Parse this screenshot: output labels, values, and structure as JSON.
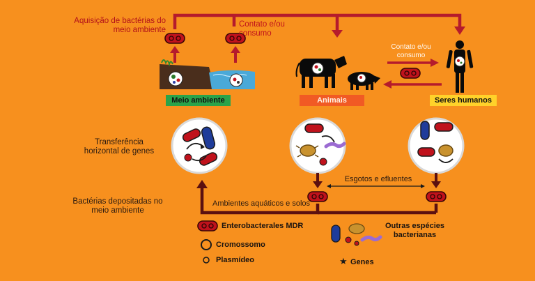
{
  "labels": {
    "acquisition": "Aquisição de bactérias do meio ambiente",
    "contact_top": "Contato e/ou consumo",
    "contact_right": "Contato e/ou consumo",
    "hgt": "Transferência horizontal de genes",
    "deposited": "Bactérias depositadas no meio ambiente",
    "sewage": "Esgotos e efluentes",
    "aquatic": "Ambientes aquáticos e solos"
  },
  "sources": {
    "environment": "Meio ambiente",
    "animals": "Animais",
    "humans": "Seres humanos"
  },
  "legend": {
    "mdr": "Enterobacterales MDR",
    "chromosome": "Cromossomo",
    "plasmid": "Plasmídeo",
    "genes": "Genes",
    "other": "Outras espécies bacterianas"
  },
  "colors": {
    "background": "#f7901e",
    "arrow": "#b51b2c",
    "arrow_dark": "#5b1010",
    "environment_tag": "#2aa34a",
    "animals_tag": "#f15a24",
    "humans_tag": "#ffd22a"
  }
}
